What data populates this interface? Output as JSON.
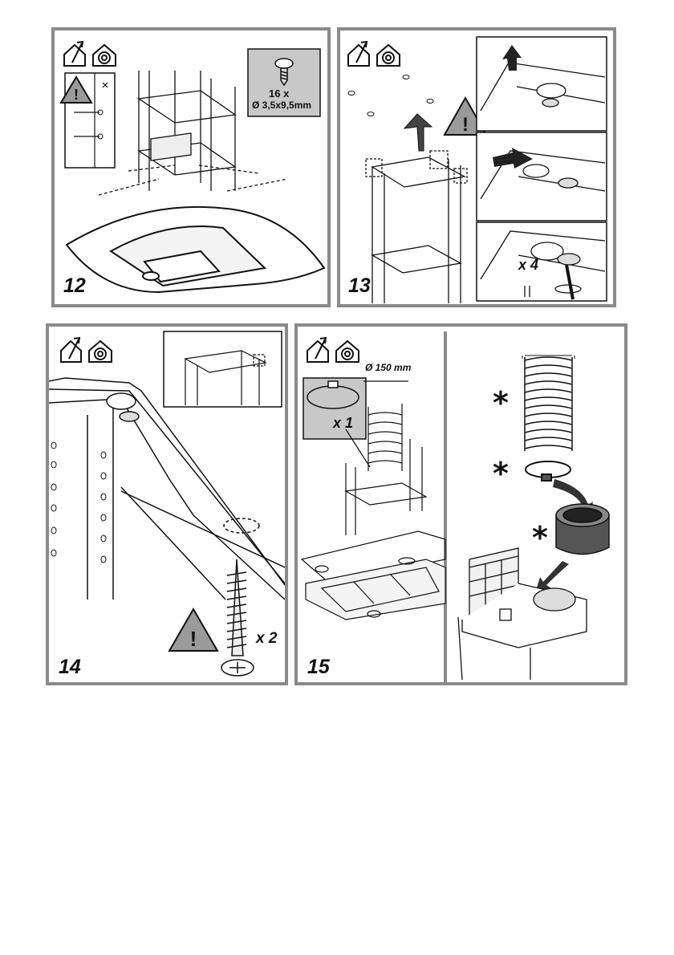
{
  "steps": [
    {
      "number": "12",
      "screw_qty": "16 x",
      "screw_size": "Ø 3,5x9,5mm"
    },
    {
      "number": "13",
      "qty": "x 4"
    },
    {
      "number": "14",
      "qty": "x 2"
    },
    {
      "number": "15",
      "clamp_qty": "x 1",
      "duct_diameter": "Ø 150 mm",
      "optional_mark": "*"
    }
  ],
  "icons": [
    "extraction-mode-icon",
    "recirculation-mode-icon",
    "warning-icon",
    "screw-icon"
  ],
  "colors": {
    "frame": "#8a8a8a",
    "label_box": "#c8c8c8",
    "warning_fill": "#9a9a9a"
  }
}
